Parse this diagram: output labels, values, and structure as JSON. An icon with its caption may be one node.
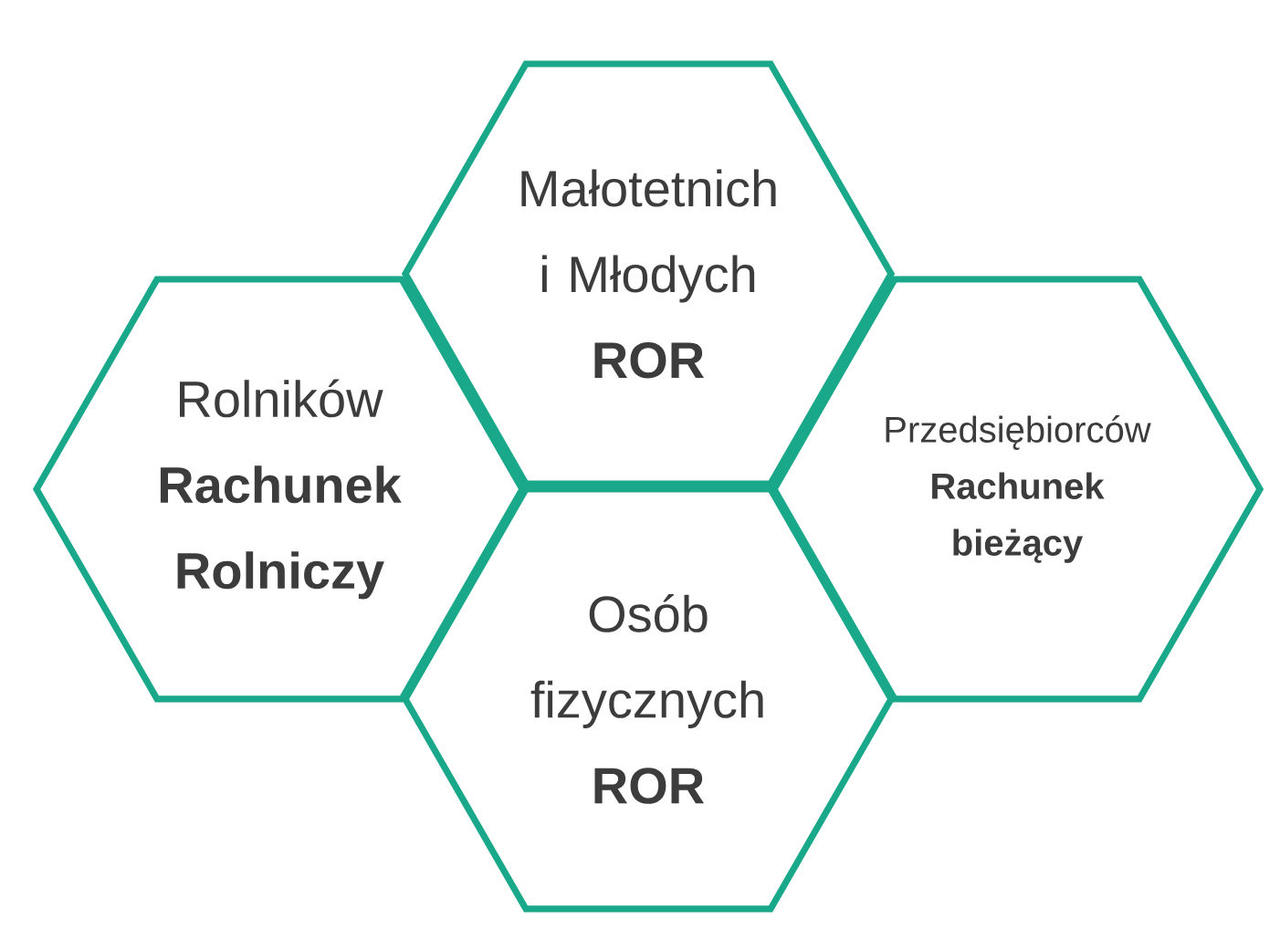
{
  "diagram": {
    "nodes": [
      {
        "text": [
          "Małotetnich i Młodych",
          "ROR"
        ]
      },
      {
        "text": [
          "Rolników",
          "Rachunek Rolniczy"
        ]
      },
      {
        "text": [
          "Przedsiębiorców",
          "Rachunek bieżący"
        ]
      },
      {
        "text": [
          "Osób fizycznych",
          "ROR"
        ]
      }
    ]
  }
}
